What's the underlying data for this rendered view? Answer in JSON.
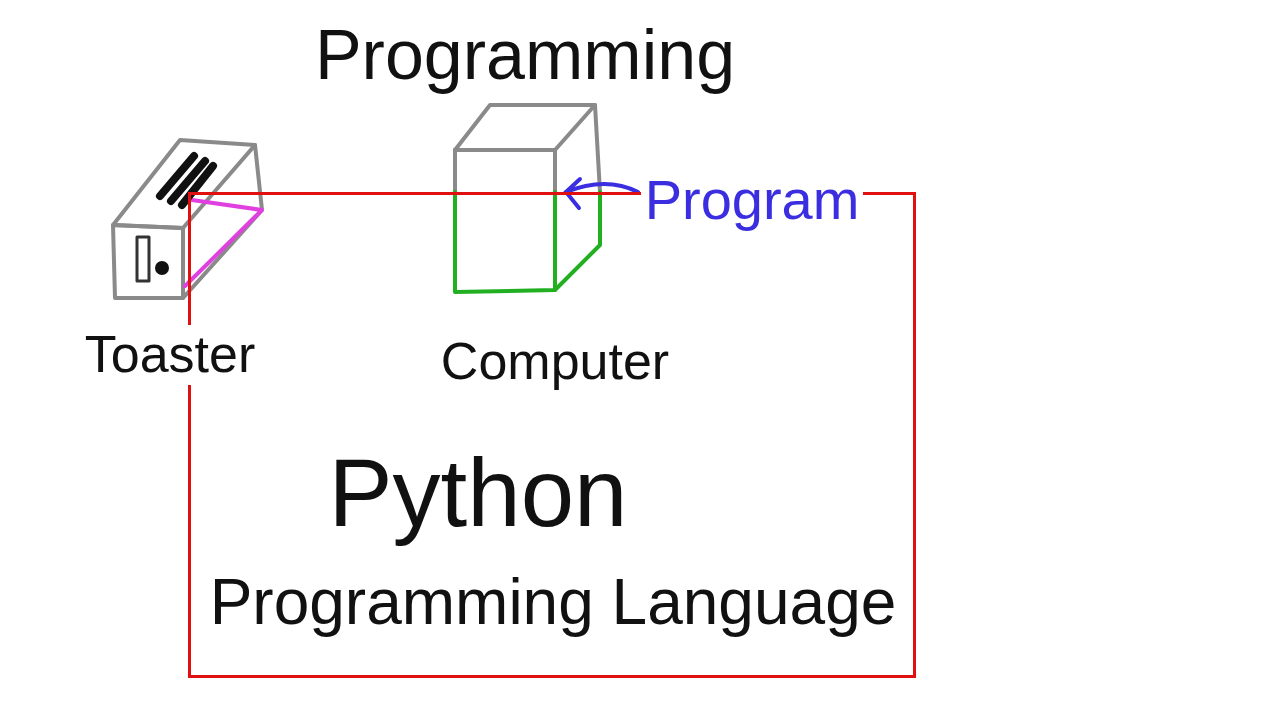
{
  "diagram": {
    "title": "Programming",
    "nodes": [
      {
        "text": [
          "Python",
          "Programming Language"
        ]
      }
    ],
    "labels": [
      "Toaster",
      "Computer",
      "Program"
    ]
  }
}
